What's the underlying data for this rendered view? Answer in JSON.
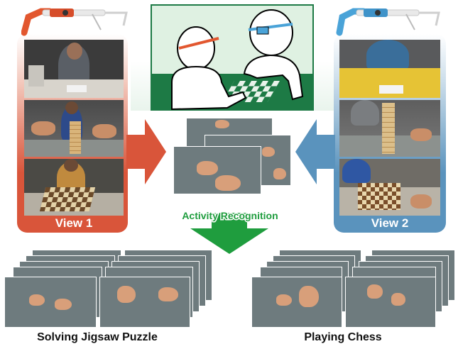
{
  "views": {
    "left_label": "View 1",
    "right_label": "View 2"
  },
  "center_label": "Activity Recognition",
  "captions": {
    "left": "Solving Jigsaw Puzzle",
    "right": "Playing Chess"
  },
  "colors": {
    "view1": "#d9553a",
    "view2": "#5a93bd",
    "recognition": "#1f9d3e",
    "frame_bg": "#6e7b7e",
    "scene_green": "#1d7a45"
  }
}
